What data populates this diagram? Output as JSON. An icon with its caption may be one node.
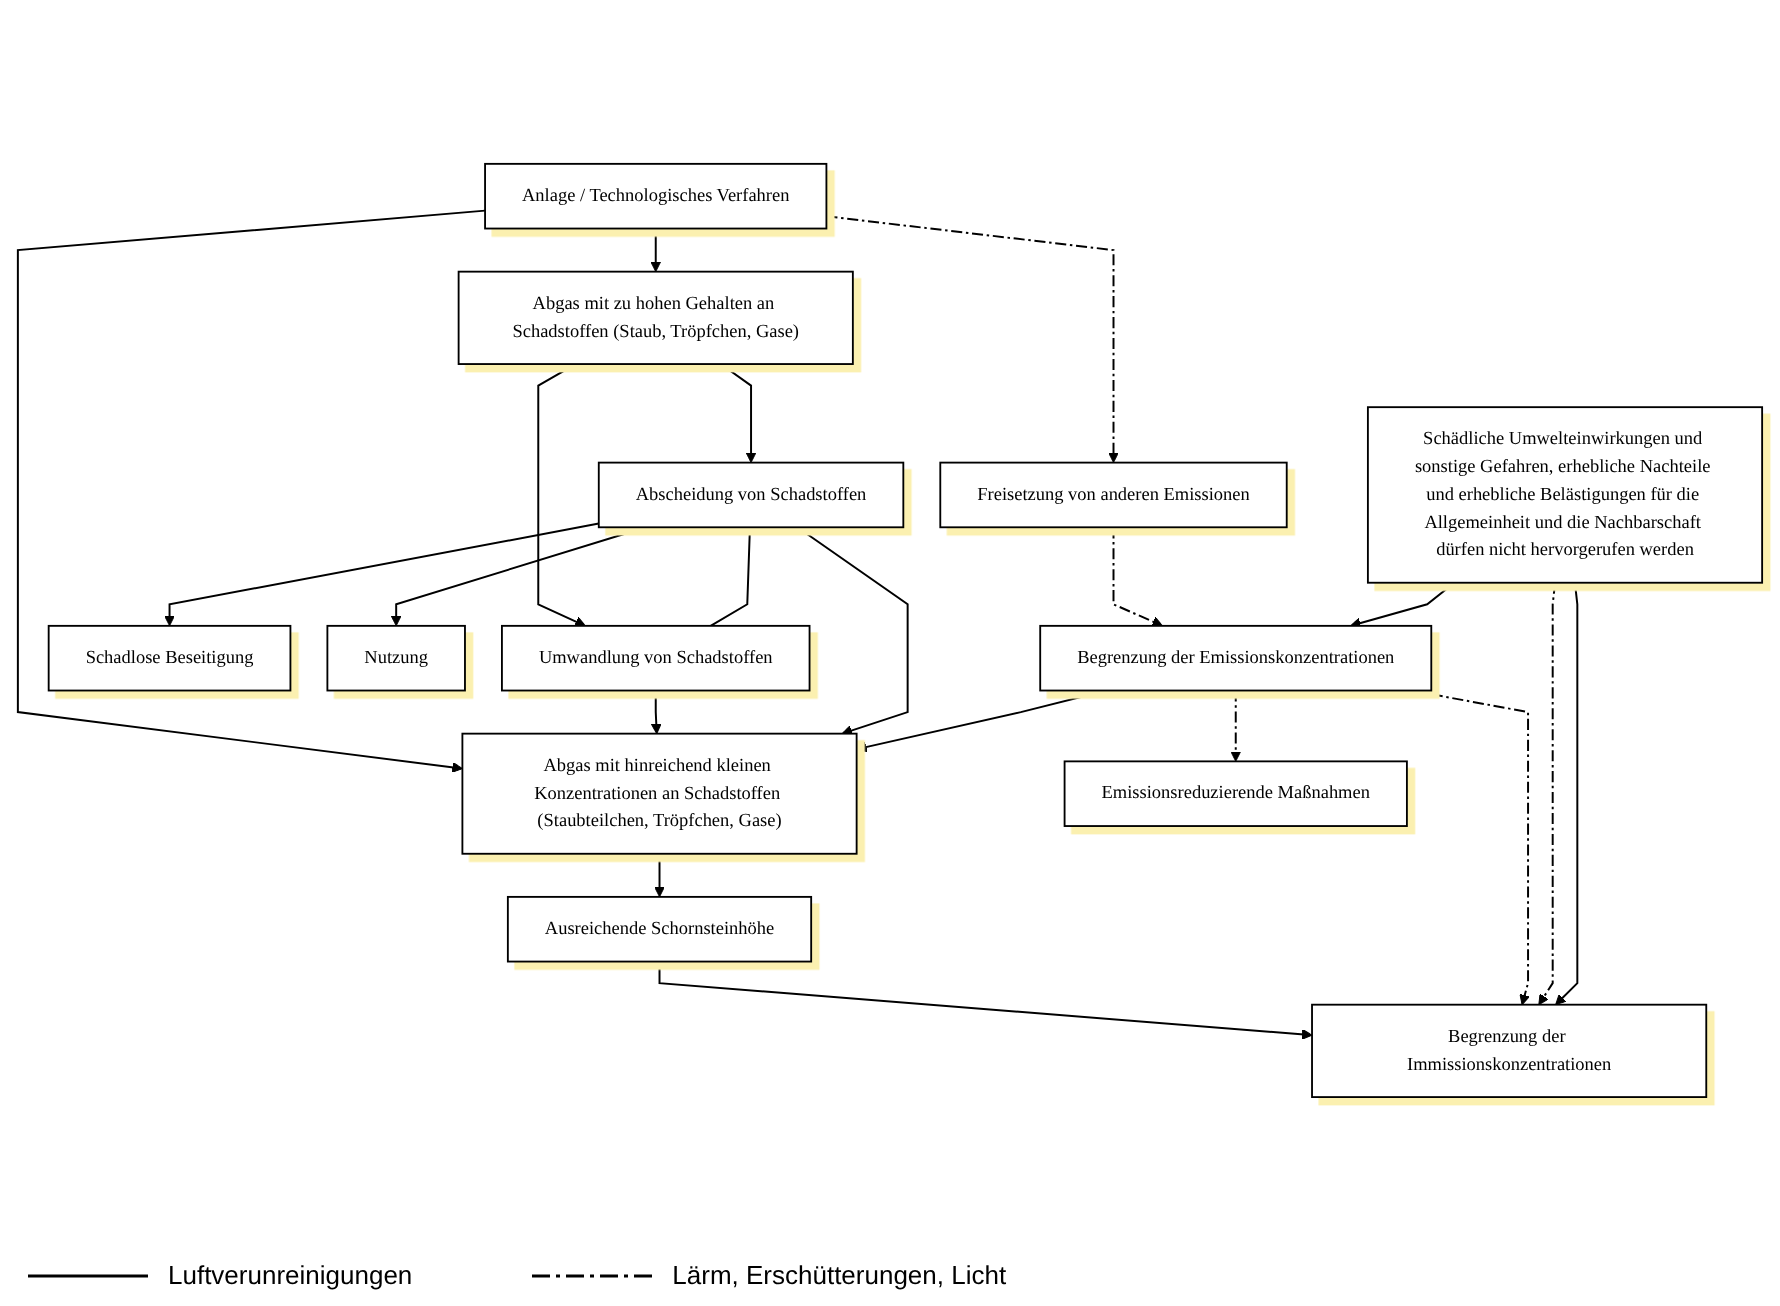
{
  "diagram": {
    "nodes": [
      {
        "text": [
          "Schädliche Umwelteinwirkungen und sonstige Gefahren, erhebliche Nachteile und erhebliche Belästigungen für die Allgemeinheit und die Nachbarschaft dürfen nicht hervorgerufen werden"
        ]
      },
      {
        "text": [
          "Begrenzung der Immissionskonzentrationen"
        ]
      },
      {
        "text": [
          "Ausreichende Schornsteinhöhe"
        ]
      },
      {
        "text": [
          "Abgas mit hinreichend kleinen Konzentrationen an Schadstoffen (Staubteilchen, Tröpfchen, Gase)"
        ]
      },
      {
        "text": [
          "Begrenzung der Emissionskonzentrationen"
        ]
      },
      {
        "text": [
          "Emissionsreduzierende Maßnahmen"
        ]
      },
      {
        "text": [
          "Schadlose Beseitigung"
        ]
      },
      {
        "text": [
          "Nutzung"
        ]
      },
      {
        "text": [
          "Abscheidung von Schadstoffen"
        ]
      },
      {
        "text": [
          "Umwandlung von Schadstoffen"
        ]
      },
      {
        "text": [
          "Abgas mit zu hohen Gehalten an Schadstoffen (Staub, Tröpfchen, Gase)"
        ]
      },
      {
        "text": [
          "Freisetzung von anderen Emissionen"
        ]
      },
      {
        "text": [
          "Anlage / Technologisches Verfahren"
        ]
      }
    ],
    "edges": [
      {
        "from": 0,
        "to": 1,
        "arrow": "to"
      },
      {
        "from": 0,
        "to": 1,
        "arrow": "to",
        "style": "dashed"
      },
      {
        "from": 0,
        "to": 4,
        "arrow": "to"
      },
      {
        "from": 4,
        "to": 1,
        "arrow": "to",
        "style": "dashed"
      },
      {
        "from": 2,
        "to": 1,
        "arrow": "to"
      },
      {
        "from": 3,
        "to": 2,
        "arrow": "to"
      },
      {
        "from": 4,
        "to": 3,
        "arrow": "to"
      },
      {
        "from": 4,
        "to": 5,
        "arrow": "to",
        "style": "dashed"
      },
      {
        "from": 8,
        "to": 3,
        "arrow": "to"
      },
      {
        "from": 9,
        "to": 3,
        "arrow": "to"
      },
      {
        "from": 8,
        "to": 9,
        "arrow": "none"
      },
      {
        "from": 8,
        "to": 6,
        "arrow": "to"
      },
      {
        "from": 8,
        "to": 7,
        "arrow": "to"
      },
      {
        "from": 10,
        "to": 8,
        "arrow": "to"
      },
      {
        "from": 10,
        "to": 9,
        "arrow": "to"
      },
      {
        "from": 12,
        "to": 10,
        "arrow": "to"
      },
      {
        "from": 12,
        "to": 3,
        "arrow": "to"
      },
      {
        "from": 12,
        "to": 11,
        "arrow": "to",
        "style": "dashed"
      },
      {
        "from": 11,
        "to": 4,
        "arrow": "to",
        "style": "dashed"
      }
    ],
    "legend": [
      {
        "text": "Luftverunreinigungen"
      },
      {
        "text": "Lärm, Erschütterungen, Licht"
      }
    ]
  }
}
